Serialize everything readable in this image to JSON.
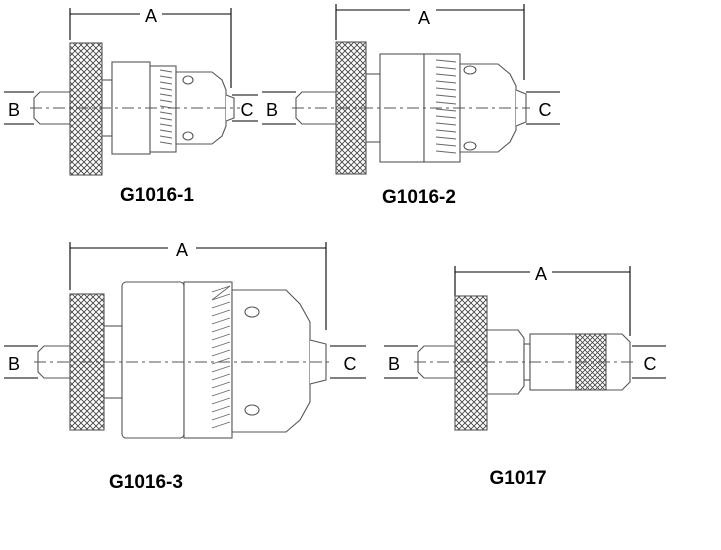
{
  "figures": [
    {
      "model": "G1016-1",
      "dim_a": "A",
      "dim_b": "B",
      "dim_c": "C"
    },
    {
      "model": "G1016-2",
      "dim_a": "A",
      "dim_b": "B",
      "dim_c": "C"
    },
    {
      "model": "G1016-3",
      "dim_a": "A",
      "dim_b": "B",
      "dim_c": "C"
    },
    {
      "model": "G1017",
      "dim_a": "A",
      "dim_b": "B",
      "dim_c": "C"
    }
  ],
  "colors": {
    "line": "#555555",
    "dim_line": "#000000",
    "background": "#ffffff"
  }
}
